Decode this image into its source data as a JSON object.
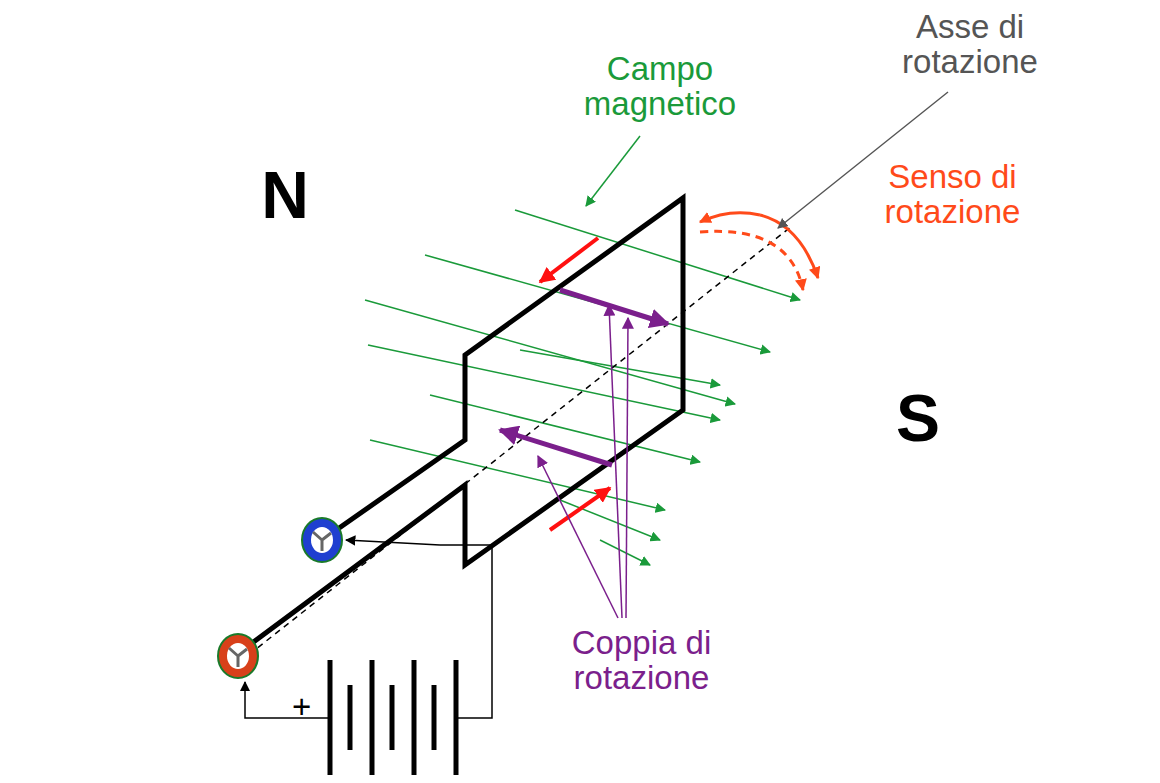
{
  "diagram": {
    "nodes": [
      {
        "text": [
          "N"
        ]
      },
      {
        "text": [
          "S"
        ]
      }
    ],
    "labels": [
      "Campo magnetico",
      "Asse di rotazione",
      "Senso di rotazione",
      "Coppia di rotazione",
      "+"
    ]
  }
}
